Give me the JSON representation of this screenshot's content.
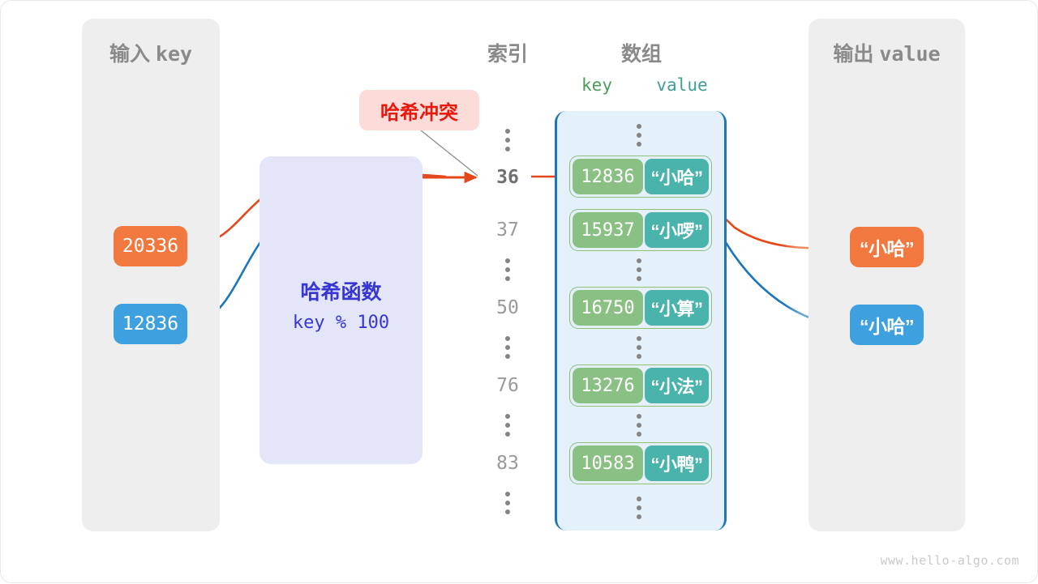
{
  "panels": {
    "input": {
      "title_cn": "输入",
      "title_code": "key"
    },
    "output": {
      "title_cn": "输出",
      "title_code": "value"
    }
  },
  "headers": {
    "index": "索引",
    "array": "数组",
    "key": "key",
    "value": "value"
  },
  "hash_function": {
    "label": "哈希函数",
    "expression": "key % 100"
  },
  "collision": {
    "badge": "哈希冲突"
  },
  "inputs": [
    {
      "key": "20336",
      "color": "#f1783e"
    },
    {
      "key": "12836",
      "color": "#3fa0e0"
    }
  ],
  "outputs": [
    {
      "value": "“小哈”",
      "color": "#f1783e"
    },
    {
      "value": "“小哈”",
      "color": "#3fa0e0"
    }
  ],
  "array_rows": [
    {
      "index": "36",
      "key": "12836",
      "value": "“小哈”",
      "highlight": true
    },
    {
      "index": "37",
      "key": "15937",
      "value": "“小啰”",
      "highlight": false
    },
    {
      "index": "50",
      "key": "16750",
      "value": "“小算”",
      "highlight": false
    },
    {
      "index": "76",
      "key": "13276",
      "value": "“小法”",
      "highlight": false
    },
    {
      "index": "83",
      "key": "10583",
      "value": "“小鸭”",
      "highlight": false
    }
  ],
  "colors": {
    "key_cell": "#8ac083",
    "value_cell": "#49b3ac",
    "array_bg": "#e4f0fa",
    "array_border": "#1b76bc",
    "panel_bg": "#eeeeee",
    "hash_bg": "#e2e6f8",
    "hash_text": "#3736d4",
    "collision_bg": "#fbdcd9",
    "collision_text": "#e8180c",
    "orange_wire": "#e4481a",
    "blue_wire": "#1b76bc"
  },
  "watermark": "www.hello-algo.com"
}
